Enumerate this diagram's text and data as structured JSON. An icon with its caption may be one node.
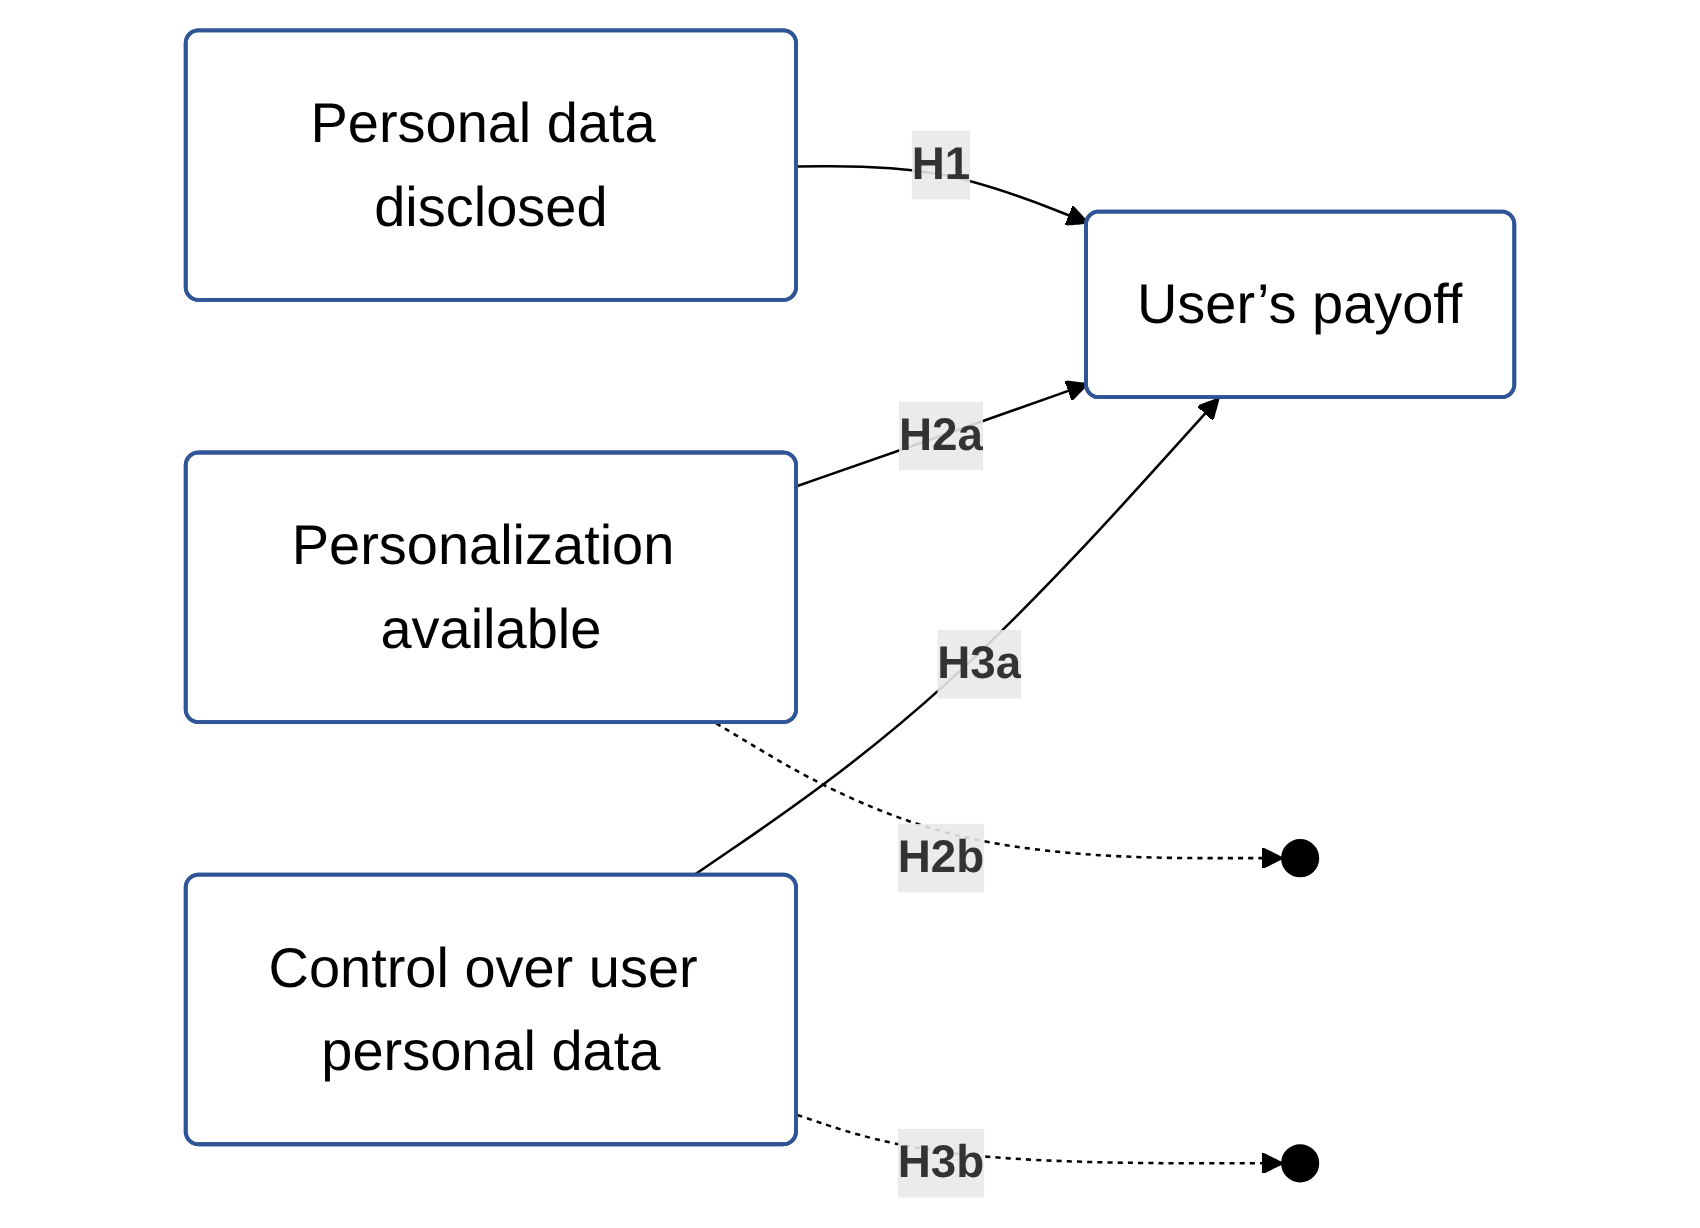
{
  "diagram": {
    "nodes": [
      {
        "text": [
          "Personalization available"
        ]
      },
      {
        "text": [
          "Personal data disclosed"
        ]
      },
      {
        "text": [
          "User’s payoff"
        ]
      },
      {
        "text": [
          "Control over user personal data"
        ]
      }
    ],
    "edges": [
      {
        "from": 1,
        "to": 2,
        "arrow": "to",
        "label": "H1"
      },
      {
        "from": 0,
        "to": 2,
        "arrow": "to",
        "label": "H2a"
      },
      {
        "from": 0,
        "to": null,
        "arrow": "to",
        "label": "H2b",
        "style": "dashed"
      },
      {
        "from": 3,
        "to": null,
        "arrow": "to",
        "label": "H3b",
        "style": "dashed"
      },
      {
        "from": 3,
        "to": 2,
        "arrow": "to",
        "label": "H3a"
      }
    ]
  }
}
